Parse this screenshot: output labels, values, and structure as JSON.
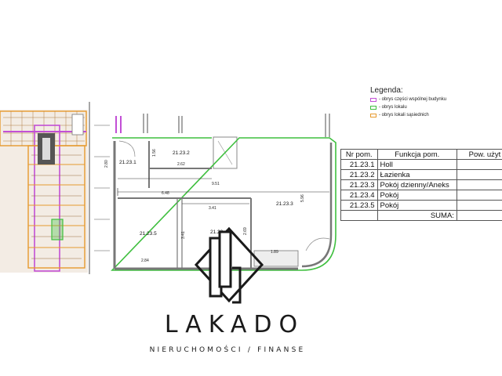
{
  "legend": {
    "title": "Legenda:",
    "items": [
      {
        "text": "- obrys części wspólnej budynku",
        "color": "#c24fd6"
      },
      {
        "text": "- obrys lokalu",
        "color": "#3fbf3f"
      },
      {
        "text": "- obrys lokali sąsiednich",
        "color": "#e69a2e"
      }
    ]
  },
  "table": {
    "headers": [
      "Nr pom.",
      "Funkcja pom.",
      "Pow. użyt"
    ],
    "rows": [
      {
        "nr": "21.23.1",
        "funkcja": "Holl",
        "pow": ""
      },
      {
        "nr": "21.23.2",
        "funkcja": "Łazienka",
        "pow": ""
      },
      {
        "nr": "21.23.3",
        "funkcja": "Pokój dzienny/Aneks",
        "pow": ""
      },
      {
        "nr": "21.23.4",
        "funkcja": "Pokój",
        "pow": ""
      },
      {
        "nr": "21.23.5",
        "funkcja": "Pokój",
        "pow": ""
      }
    ],
    "sum_label": "SUMA:"
  },
  "plan": {
    "room_labels": [
      "21.23.1",
      "21.23.2",
      "21.23.3",
      "21.23.5",
      "21.23.4"
    ],
    "dimensions": [
      "2.80",
      "1.56",
      "2.62",
      "9.51",
      "6.48",
      "3.41",
      "5.96",
      "3.41",
      "2.69",
      "2.84",
      "1.89"
    ]
  },
  "brand": {
    "name": "LAKADO",
    "tagline": "NIERUCHOMOŚCI / FINANSE"
  },
  "colors": {
    "unit_outline": "#3fbf3f",
    "common_outline": "#c24fd6",
    "neighbor_outline": "#e69a2e",
    "wall": "#8a8a8a"
  }
}
